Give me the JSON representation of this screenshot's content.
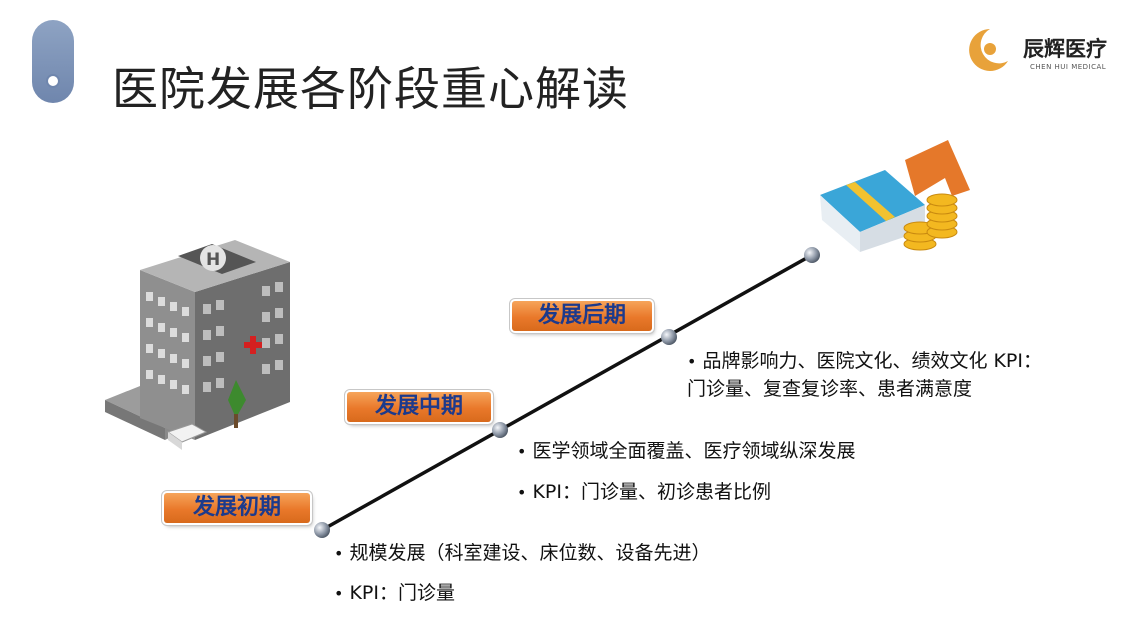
{
  "title": "医院发展各阶段重心解读",
  "logo": {
    "name": "辰辉医疗",
    "subtitle": "CHEN HUI MEDICAL"
  },
  "stages": [
    {
      "label": "发展初期",
      "bullets": [
        "规模发展（科室建设、床位数、设备先进）",
        "KPI：门诊量"
      ]
    },
    {
      "label": "发展中期",
      "bullets": [
        "医学领域全面覆盖、医疗领域纵深发展",
        "KPI：门诊量、初诊患者比例"
      ]
    },
    {
      "label": "发展后期",
      "bullets": [
        "品牌影响力、医院文化、绩效文化 KPI：",
        "门诊量、复查复诊率、患者满意度"
      ]
    }
  ],
  "bullet_char": "•",
  "colors": {
    "stage_fill": "#e9782a",
    "stage_text": "#1c3a8c",
    "accent": "#7a8fb3",
    "logo_gold": "#e8a23a"
  }
}
